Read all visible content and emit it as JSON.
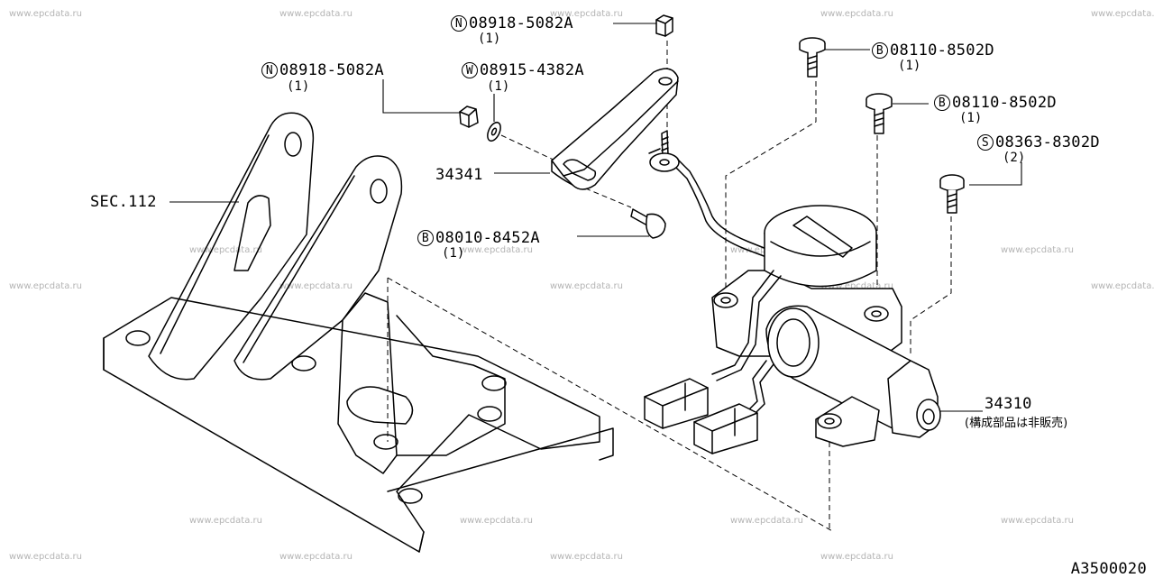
{
  "watermark": "www.epcdata.ru",
  "diagram_code": "A3500020",
  "sec_ref": "SEC.112",
  "parts": [
    {
      "id": "n1",
      "prefix": "N",
      "number": "08918-5082A",
      "qty": "(1)"
    },
    {
      "id": "n2",
      "prefix": "N",
      "number": "08918-5082A",
      "qty": "(1)"
    },
    {
      "id": "w1",
      "prefix": "W",
      "number": "08915-4382A",
      "qty": "(1)"
    },
    {
      "id": "b1",
      "prefix": "B",
      "number": "08110-8502D",
      "qty": "(1)"
    },
    {
      "id": "b2",
      "prefix": "B",
      "number": "08110-8502D",
      "qty": "(1)"
    },
    {
      "id": "s1",
      "prefix": "S",
      "number": "08363-8302D",
      "qty": "(2)"
    },
    {
      "id": "b3",
      "prefix": "B",
      "number": "08010-8452A",
      "qty": "(1)"
    },
    {
      "id": "p34341",
      "prefix": "",
      "number": "34341",
      "qty": ""
    },
    {
      "id": "p34310",
      "prefix": "",
      "number": "34310",
      "qty": "",
      "note": "(構成部品は非販売)"
    }
  ]
}
